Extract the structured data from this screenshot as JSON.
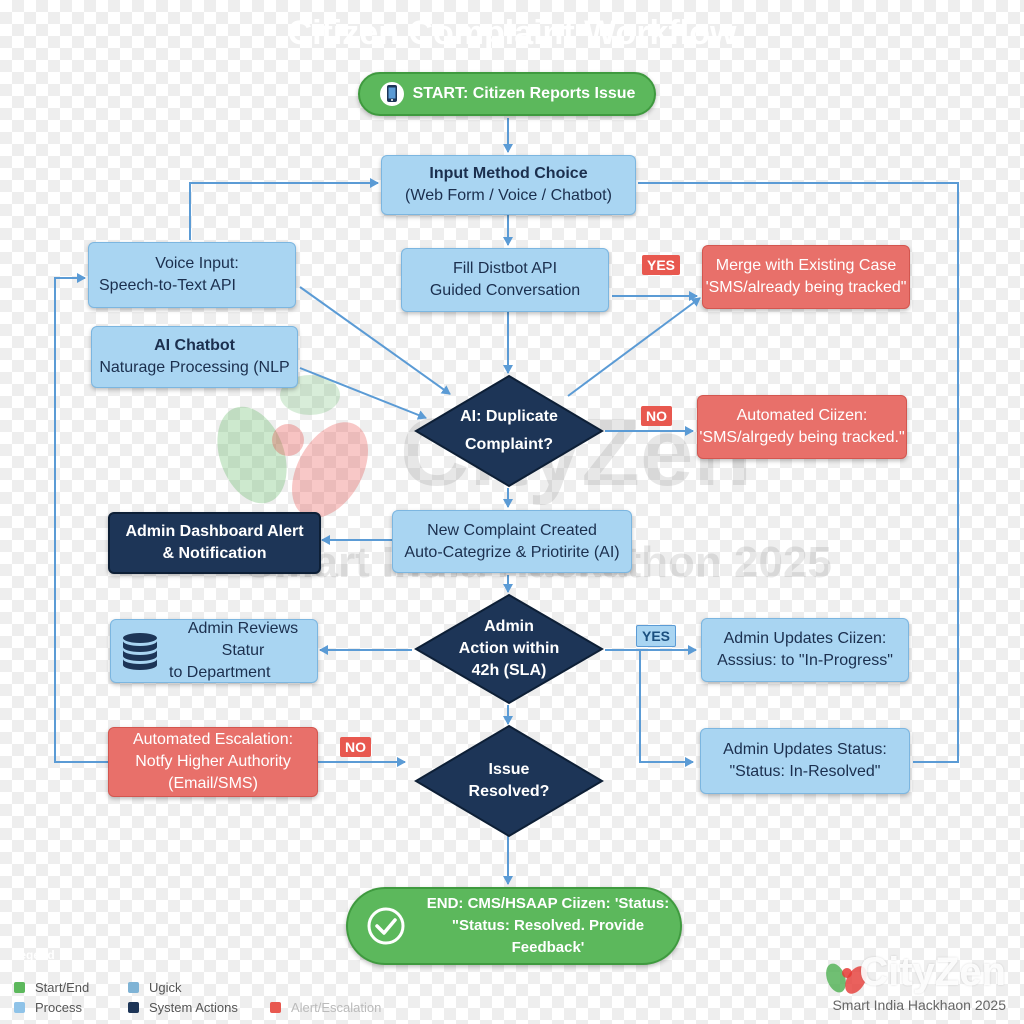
{
  "title": "Citizen Complaint Workflow",
  "colors": {
    "start_end": "#5cb85c",
    "process": "#a9d5f2",
    "system": "#1d3557",
    "alert": "#e8706a",
    "connector": "#5b9bd5"
  },
  "nodes": {
    "start": "START: Citizen Reports Issue",
    "input_choice": [
      "Input Method Choice",
      "(Web Form / Voice / Chatbot)"
    ],
    "voice_input": [
      "Voice Input:",
      "Speech-to-Text API"
    ],
    "fill_bot": [
      "Fill Distbot API",
      "Guided Conversation"
    ],
    "merge": [
      "Merge with Existing Case",
      "'SMS/already being tracked\""
    ],
    "ai_chatbot": [
      "AI Chatbot",
      "Naturage Processing (NLP"
    ],
    "duplicate": [
      "AI: Duplicate",
      "Complaint?"
    ],
    "automated_citizen": [
      "Automated Ciizen:",
      "'SMS/alrgedy being tracked.\""
    ],
    "admin_alert": [
      "Admin Dashboard Alert",
      "& Notification"
    ],
    "new_complaint": [
      "New Complaint Created",
      "Auto-Categrize & Priotirite (AI)"
    ],
    "sla": [
      "Admin",
      "Action within",
      "42h (SLA)"
    ],
    "admin_reviews": [
      "Admin Reviews Statur",
      "to Department"
    ],
    "admin_updates_progress": [
      "Admin Updates Ciizen:",
      "Asssius: to \"In-Progress\""
    ],
    "escalation": [
      "Automated Escalation:",
      "Notfy Higher Authority",
      "(Email/SMS)"
    ],
    "resolved": [
      "Issue",
      "Resolved?"
    ],
    "admin_updates_resolved": [
      "Admin Updates Status:",
      "\"Status: In-Resolved\""
    ],
    "end": [
      "END: CMS/HSAAP Ciizen: 'Status:",
      "\"Status: Resolved. Provide Feedback'"
    ]
  },
  "labels": {
    "yes": "YES",
    "no": "NO"
  },
  "legend": {
    "title": "Legend",
    "items": [
      {
        "label": "Start/End",
        "color": "#5cb85c"
      },
      {
        "label": "Ugick",
        "color": "#7fb3d5"
      },
      {
        "label": "Process",
        "color": "#8fc3e8"
      },
      {
        "label": "System Actions",
        "color": "#1d3557"
      },
      {
        "label": "Alert/Escalation",
        "color": "#e8584f"
      }
    ]
  },
  "watermark": {
    "brand": "CityZen",
    "event": "Smart India Hackathon 2025"
  },
  "footer": {
    "brand": "CityZen",
    "event": "Smart India Hackhaon 2025"
  }
}
